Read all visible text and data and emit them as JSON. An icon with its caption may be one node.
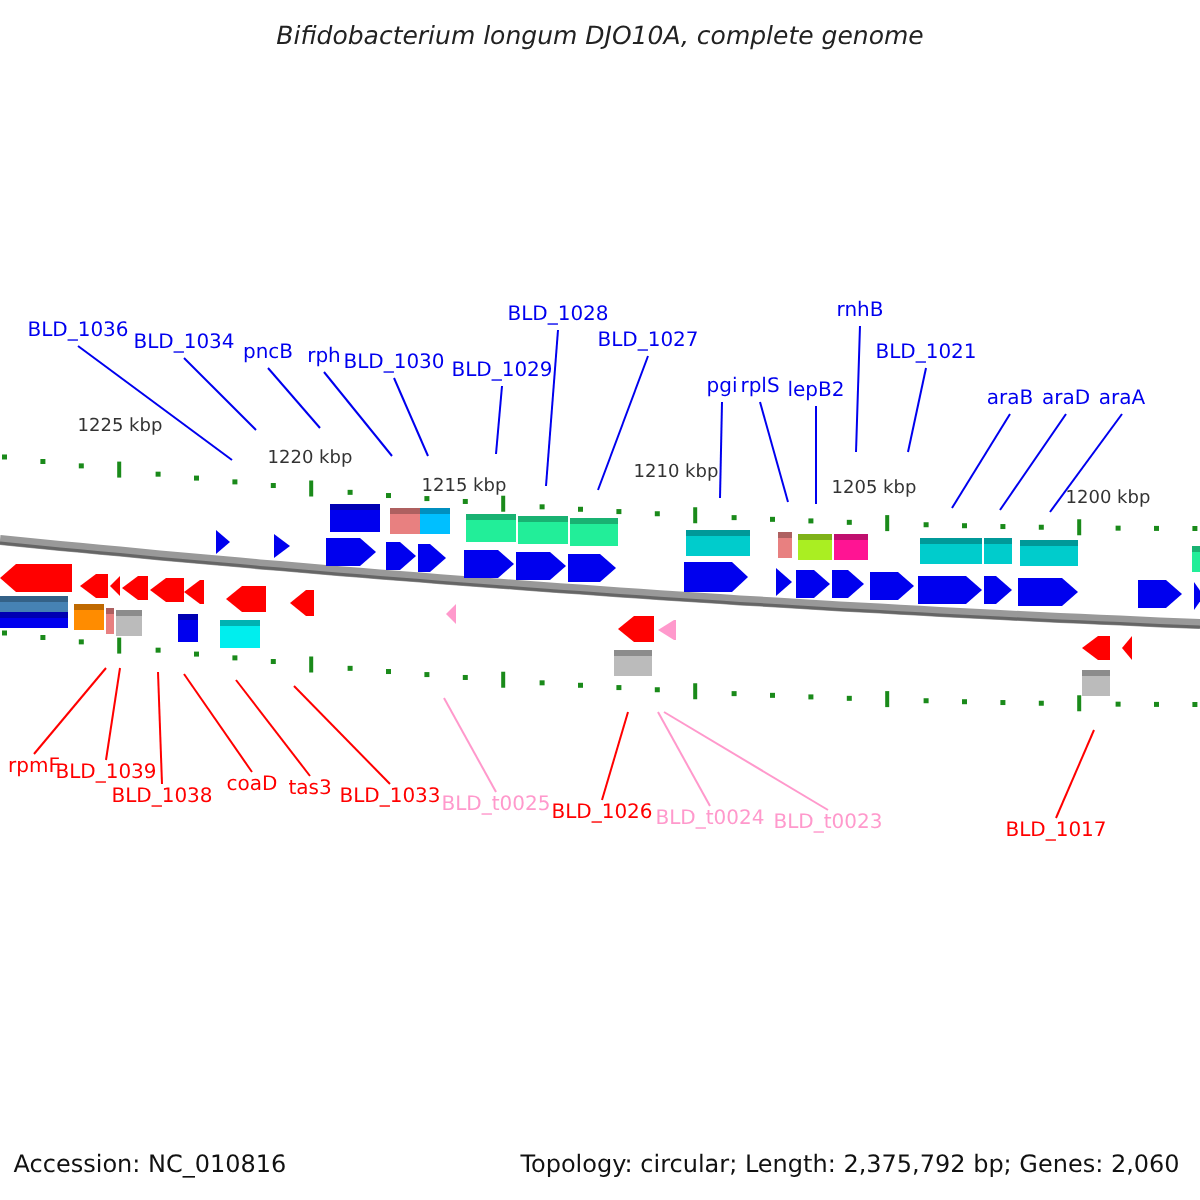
{
  "diagram": {
    "title": "Bifidobacterium longum DJO10A, complete genome",
    "nodes": [
      {
        "text": [
          "BLD_1036"
        ]
      },
      {
        "text": [
          "BLD_1034"
        ]
      },
      {
        "text": [
          "pncB"
        ]
      },
      {
        "text": [
          "rph"
        ]
      },
      {
        "text": [
          "BLD_1030"
        ]
      },
      {
        "text": [
          "BLD_1029"
        ]
      },
      {
        "text": [
          "BLD_1028"
        ]
      },
      {
        "text": [
          "BLD_1027"
        ]
      },
      {
        "text": [
          "pgi"
        ]
      },
      {
        "text": [
          "rplS"
        ]
      },
      {
        "text": [
          "lepB2"
        ]
      },
      {
        "text": [
          "rnhB"
        ]
      },
      {
        "text": [
          "BLD_1021"
        ]
      },
      {
        "text": [
          "araB"
        ]
      },
      {
        "text": [
          "araD"
        ]
      },
      {
        "text": [
          "araA"
        ]
      },
      {
        "text": [
          "rpmF"
        ]
      },
      {
        "text": [
          "BLD_1039"
        ]
      },
      {
        "text": [
          "BLD_1038"
        ]
      },
      {
        "text": [
          "coaD"
        ]
      },
      {
        "text": [
          "tas3"
        ]
      },
      {
        "text": [
          "BLD_1033"
        ]
      },
      {
        "text": [
          "BLD_t0025"
        ]
      },
      {
        "text": [
          "BLD_1026"
        ]
      },
      {
        "text": [
          "BLD_t0024"
        ]
      },
      {
        "text": [
          "BLD_t0023"
        ]
      },
      {
        "text": [
          "BLD_1017"
        ]
      }
    ],
    "edges": [
      {
        "from": 0,
        "to": null,
        "arrow": "none"
      },
      {
        "from": 1,
        "to": null,
        "arrow": "none"
      },
      {
        "from": 2,
        "to": null,
        "arrow": "none"
      },
      {
        "from": 3,
        "to": null,
        "arrow": "none"
      },
      {
        "from": 4,
        "to": null,
        "arrow": "none"
      },
      {
        "from": 5,
        "to": null,
        "arrow": "none"
      },
      {
        "from": 6,
        "to": null,
        "arrow": "none"
      },
      {
        "from": 7,
        "to": null,
        "arrow": "none"
      },
      {
        "from": 8,
        "to": null,
        "arrow": "none"
      },
      {
        "from": 9,
        "to": null,
        "arrow": "none"
      },
      {
        "from": 10,
        "to": null,
        "arrow": "none"
      },
      {
        "from": 11,
        "to": null,
        "arrow": "none"
      },
      {
        "from": 12,
        "to": null,
        "arrow": "none"
      },
      {
        "from": 13,
        "to": null,
        "arrow": "none"
      },
      {
        "from": 14,
        "to": null,
        "arrow": "none"
      },
      {
        "from": 15,
        "to": null,
        "arrow": "none"
      },
      {
        "from": 16,
        "to": null,
        "arrow": "none",
        "color": "#ff0000"
      },
      {
        "from": 17,
        "to": null,
        "arrow": "none",
        "color": "#ff0000"
      },
      {
        "from": 18,
        "to": null,
        "arrow": "none",
        "color": "#ff0000"
      },
      {
        "from": 19,
        "to": null,
        "arrow": "none",
        "color": "#ff0000"
      },
      {
        "from": 20,
        "to": null,
        "arrow": "none",
        "color": "#ff0000"
      },
      {
        "from": 21,
        "to": null,
        "arrow": "none",
        "color": "#ff0000"
      },
      {
        "from": 22,
        "to": null,
        "arrow": "none",
        "color": "#ff99cc"
      },
      {
        "from": 23,
        "to": null,
        "arrow": "none",
        "color": "#ff0000"
      },
      {
        "from": 24,
        "to": null,
        "arrow": "none",
        "color": "#ff99cc"
      },
      {
        "from": 25,
        "to": null,
        "arrow": "none",
        "color": "#ff99cc"
      },
      {
        "from": 26,
        "to": null,
        "arrow": "none",
        "color": "#ff0000"
      }
    ],
    "labels": [
      "1225 kbp",
      "1220 kbp",
      "1215 kbp",
      "1210 kbp",
      "1205 kbp",
      "1200 kbp",
      "Accession: NC_010816",
      "Topology: circular; Length: 2,375,792 bp; Genes: 2,060"
    ]
  }
}
